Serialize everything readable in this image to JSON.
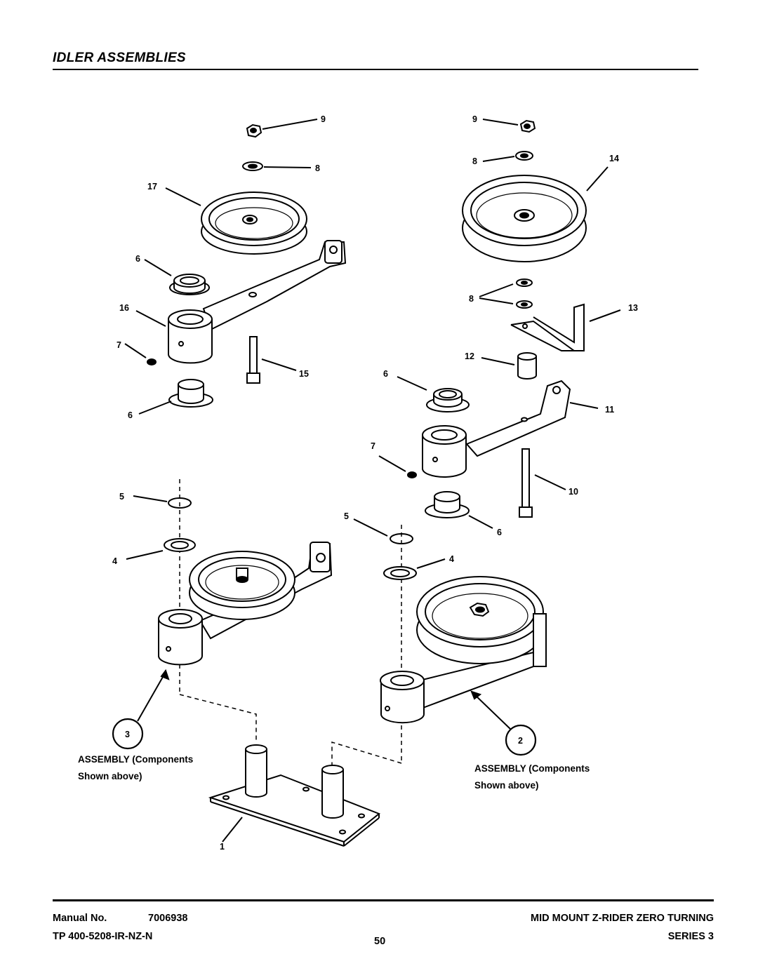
{
  "page": {
    "title": "IDLER ASSEMBLIES"
  },
  "diagram": {
    "callouts_left": [
      "9",
      "8",
      "17",
      "6",
      "16",
      "7",
      "15",
      "6",
      "5",
      "4"
    ],
    "callouts_right": [
      "9",
      "8",
      "14",
      "8",
      "13",
      "12",
      "6",
      "11",
      "7",
      "10",
      "5",
      "6",
      "4"
    ],
    "base_callout": "1",
    "assembly_left": {
      "number": "3",
      "line1": "ASSEMBLY (Components",
      "line2": "Shown above)"
    },
    "assembly_right": {
      "number": "2",
      "line1": "ASSEMBLY (Components",
      "line2": "Shown above)"
    }
  },
  "footer": {
    "manual_label": "Manual No.",
    "manual_number": "7006938",
    "tp_code": "TP 400-5208-IR-NZ-N",
    "page_number": "50",
    "product": "MID MOUNT Z-RIDER ZERO TURNING",
    "series": "SERIES 3"
  }
}
